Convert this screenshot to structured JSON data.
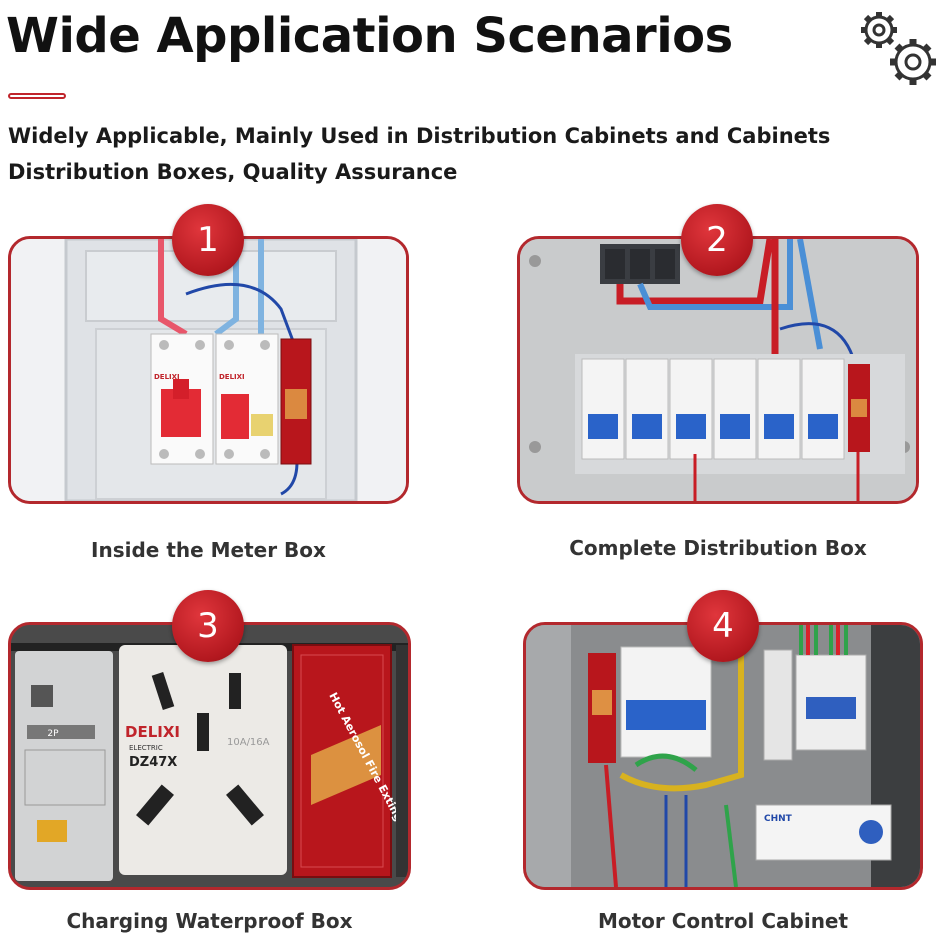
{
  "header": {
    "title": "Wide Application Scenarios",
    "subtitle_line1": "Widely Applicable, Mainly Used in Distribution Cabinets and Cabinets",
    "subtitle_line2": "Distribution Boxes, Quality Assurance"
  },
  "scenarios": [
    {
      "number": "1",
      "caption": "Inside the Meter Box"
    },
    {
      "number": "2",
      "caption": "Complete Distribution Box"
    },
    {
      "number": "3",
      "caption": "Charging Waterproof Box"
    },
    {
      "number": "4",
      "caption": "Motor Control Cabinet"
    }
  ],
  "product_labels": {
    "brand": "DELIXI",
    "electric": "ELECTRIC",
    "model": "DZ47X",
    "rating": "10A/16A",
    "pole": "2P",
    "device_text": "Hot Aerosol Fire Extinguishing Device",
    "chint": "CHNT"
  },
  "colors": {
    "accent": "#c0242b",
    "device_red": "#b8161c",
    "breaker_blue": "#2a63c9"
  }
}
